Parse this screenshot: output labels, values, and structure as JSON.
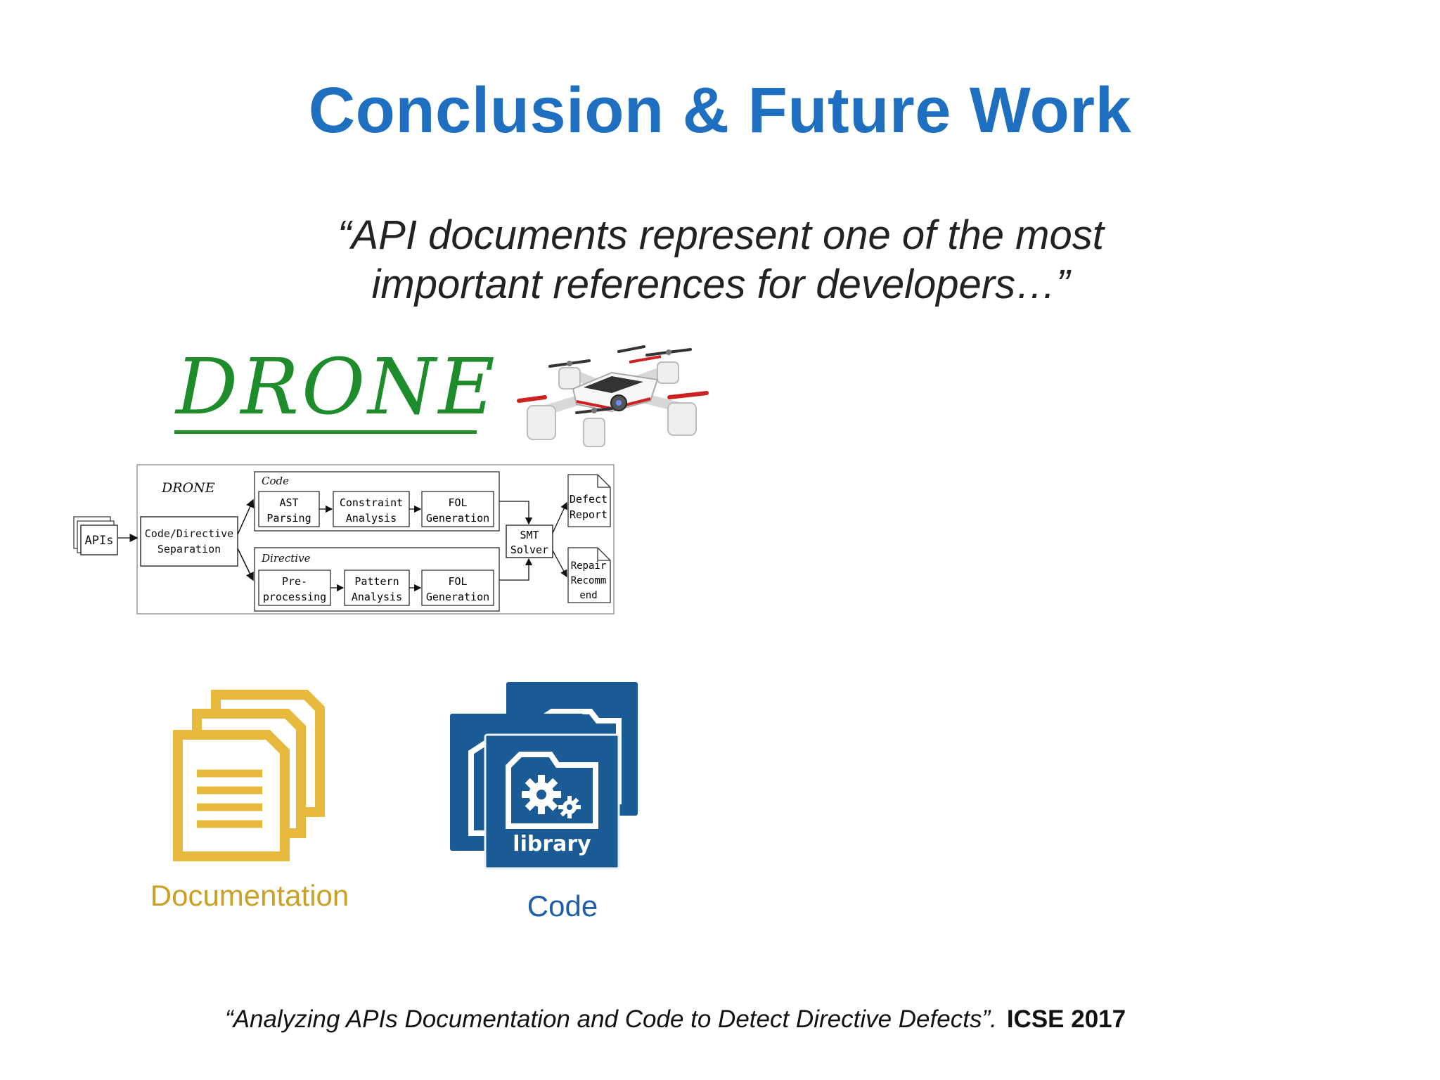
{
  "slide": {
    "title": "Conclusion & Future Work",
    "quote_line1": "“API documents represent one of the most",
    "quote_line2": "important references for developers…”",
    "logo_text": "DRONE",
    "doc_label": "Documentation",
    "code_label": "Code",
    "library_text": "library",
    "citation_text": "“Analyzing APIs Documentation  and Code to Detect Directive Defects”.",
    "citation_venue": "ICSE 2017"
  },
  "architecture": {
    "title": "DRONE",
    "input": "APIs",
    "separation_line1": "Code/Directive",
    "separation_line2": "Separation",
    "code_group": "Code",
    "directive_group": "Directive",
    "code_steps": [
      {
        "line1": "AST",
        "line2": "Parsing"
      },
      {
        "line1": "Constraint",
        "line2": "Analysis"
      },
      {
        "line1": "FOL",
        "line2": "Generation"
      }
    ],
    "directive_steps": [
      {
        "line1": "Pre-",
        "line2": "processing"
      },
      {
        "line1": "Pattern",
        "line2": "Analysis"
      },
      {
        "line1": "FOL",
        "line2": "Generation"
      }
    ],
    "solver_line1": "SMT",
    "solver_line2": "Solver",
    "out1_line1": "Defect",
    "out1_line2": "Report",
    "out2_line1": "Repair",
    "out2_line2": "Recomm",
    "out2_line3": "end"
  },
  "colors": {
    "title": "#1f6fc1",
    "logo": "#1e8c2a",
    "doc": "#e7b93c",
    "code_bg": "#1a5a95"
  },
  "icons": [
    "quadcopter-icon",
    "document-stack-icon",
    "library-folder-icon"
  ]
}
